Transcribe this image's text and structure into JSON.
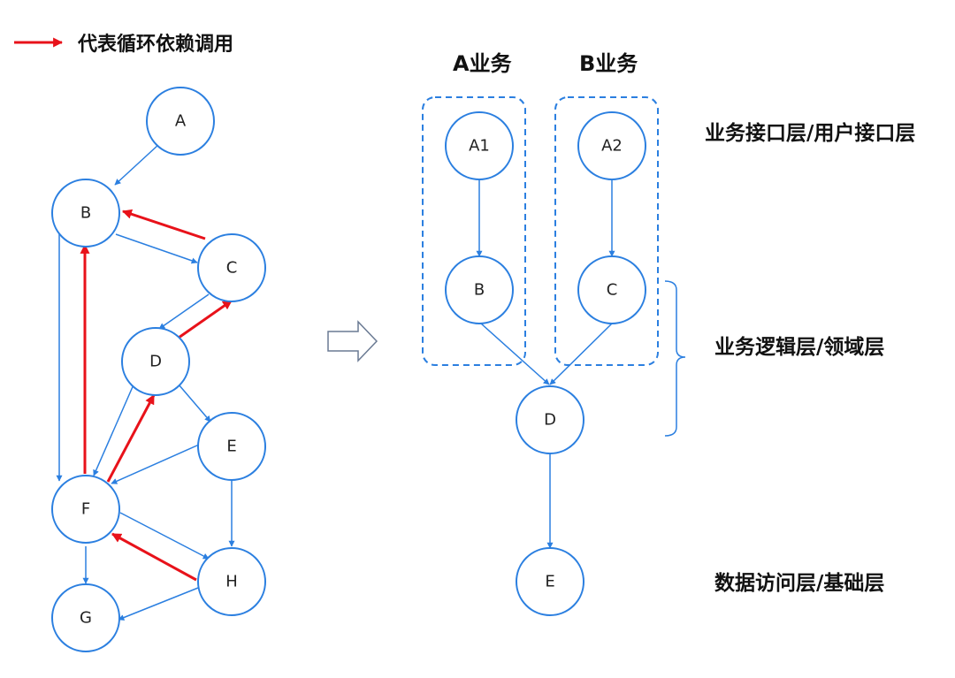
{
  "legend": {
    "text": "代表循环依赖调用",
    "color": "#e8121a"
  },
  "colors": {
    "node_stroke": "#2b7fe0",
    "edge": "#2b7fe0",
    "cycle_edge": "#e8121a"
  },
  "left_graph": {
    "nodes": {
      "A": "A",
      "B": "B",
      "C": "C",
      "D": "D",
      "E": "E",
      "F": "F",
      "G": "G",
      "H": "H"
    }
  },
  "right_graph": {
    "groups": {
      "a": "A业务",
      "b": "B业务"
    },
    "nodes": {
      "A1": "A1",
      "A2": "A2",
      "B": "B",
      "C": "C",
      "D": "D",
      "E": "E"
    },
    "layers": {
      "interface": "业务接口层/用户接口层",
      "logic": "业务逻辑层/领域层",
      "data": "数据访问层/基础层"
    }
  },
  "transform_arrow_icon": "right-outline-arrow-icon"
}
